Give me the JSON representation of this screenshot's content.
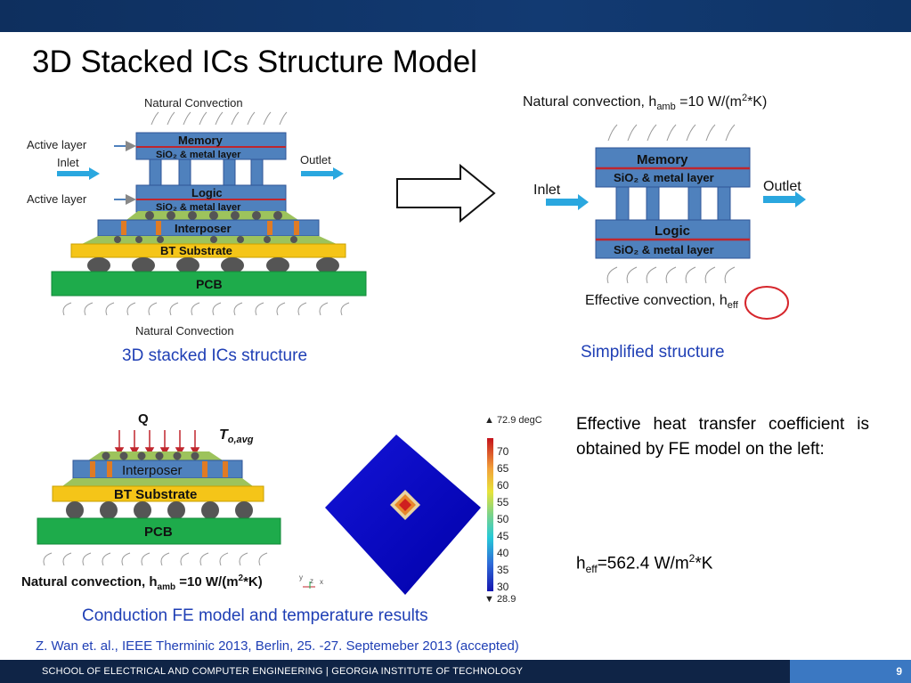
{
  "slide": {
    "title": "3D Stacked ICs Structure Model",
    "page_number": "9"
  },
  "fig1": {
    "natural_convection_top": "Natural Convection",
    "natural_convection_bottom": "Natural Convection",
    "active_layer_1": "Active layer",
    "active_layer_2": "Active layer",
    "inlet": "Inlet",
    "outlet": "Outlet",
    "memory": "Memory",
    "sio2_metal_1": "SiO₂ & metal layer",
    "logic": "Logic",
    "sio2_metal_2": "SiO₂ & metal layer",
    "interposer": "Interposer",
    "bt_substrate": "BT Substrate",
    "pcb": "PCB",
    "caption": "3D stacked ICs structure"
  },
  "fig2": {
    "natural_convection_prefix": "Natural convection, h",
    "h_sub": "amb",
    "natural_convection_value": " =10 W/(m",
    "natural_convection_sup": "2",
    "natural_convection_end": "*K)",
    "memory": "Memory",
    "sio2_metal_1": "SiO₂ & metal layer",
    "logic": "Logic",
    "sio2_metal_2": "SiO₂ & metal layer",
    "inlet": "Inlet",
    "outlet": "Outlet",
    "effective_convection": "Effective convection, h",
    "eff_sub": "eff",
    "caption": "Simplified structure"
  },
  "fig3": {
    "q_label": "Q",
    "t_label": "T",
    "t_sub": "o,avg",
    "interposer": "Interposer",
    "bt_substrate": "BT Substrate",
    "pcb": "PCB",
    "natural_convection_prefix": "Natural convection, h",
    "h_sub": "amb",
    "natural_convection_value": " =10 W/(m",
    "natural_convection_sup": "2",
    "natural_convection_end": "*K)",
    "axis_y": "y",
    "axis_z": "z",
    "axis_x": "x"
  },
  "colorbar": {
    "max_label": "▲ 72.9 degC",
    "min_label": "▼ 28.9",
    "ticks": [
      "70",
      "65",
      "60",
      "55",
      "50",
      "45",
      "40",
      "35",
      "30"
    ]
  },
  "fe_caption": "Conduction FE model and temperature results",
  "description": {
    "text": "Effective heat transfer coefficient is obtained by FE model on the left:",
    "heff_h": "h",
    "heff_sub": "eff",
    "heff_value": "=562.4 W/m",
    "heff_sup": "2",
    "heff_unit": "*K"
  },
  "reference": "Z. Wan et. al.,  IEEE Therminic 2013, Berlin, 25. -27. Septemeber 2013 (accepted)",
  "footer": {
    "text": "SCHOOL OF ELECTRICAL AND COMPUTER ENGINEERING | GEORGIA INSTITUTE OF TECHNOLOGY"
  },
  "colors": {
    "blue_block": "#4f81bd",
    "green_pcb": "#1eab4b",
    "yellow_bt": "#f5c518",
    "red_line": "#c0262d",
    "caption_blue": "#1f3fb5"
  }
}
